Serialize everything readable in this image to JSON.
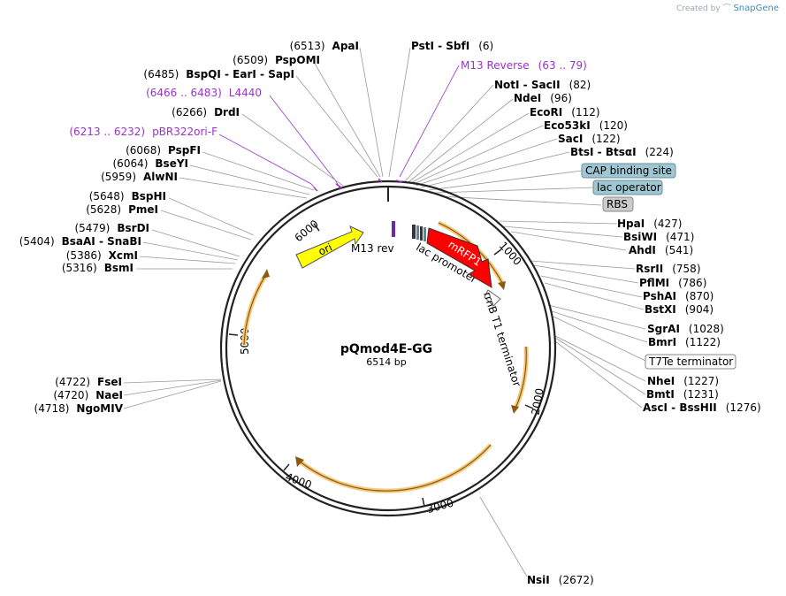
{
  "credit": {
    "prefix": "Created by",
    "brand": "SnapGene"
  },
  "plasmid": {
    "name": "pQmod4E-GG",
    "length": "6514 bp"
  },
  "ticks": [
    "1000",
    "2000",
    "3000",
    "4000",
    "5000",
    "6000"
  ],
  "features": {
    "ori": "ori",
    "m13rev": "M13 rev",
    "mrfp1": "mRFP1",
    "lac_promoter": "lac promoter",
    "rrnb": "rrnB T1 terminator"
  },
  "left_sites": [
    {
      "pos": "(6513)",
      "name": "ApaI"
    },
    {
      "pos": "(6509)",
      "name": "PspOMI"
    },
    {
      "pos": "(6485)",
      "name": "BspQI  - EarI  - SapI"
    },
    {
      "pos": "(6466 .. 6483)",
      "name": "L4440"
    },
    {
      "pos": "(6266)",
      "name": "DrdI"
    },
    {
      "pos": "(6213 .. 6232)",
      "name": "pBR322ori-F"
    },
    {
      "pos": "(6068)",
      "name": "PspFI"
    },
    {
      "pos": "(6064)",
      "name": "BseYI"
    },
    {
      "pos": "(5959)",
      "name": "AlwNI"
    },
    {
      "pos": "(5648)",
      "name": "BspHI"
    },
    {
      "pos": "(5628)",
      "name": "PmeI"
    },
    {
      "pos": "(5479)",
      "name": "BsrDI"
    },
    {
      "pos": "(5404)",
      "name": "BsaAI  - SnaBI"
    },
    {
      "pos": "(5386)",
      "name": "XcmI"
    },
    {
      "pos": "(5316)",
      "name": "BsmI"
    },
    {
      "pos": "(4722)",
      "name": "FseI"
    },
    {
      "pos": "(4720)",
      "name": "NaeI"
    },
    {
      "pos": "(4718)",
      "name": "NgoMIV"
    }
  ],
  "right_sites": [
    {
      "name": "PstI  - SbfI",
      "pos": "(6)"
    },
    {
      "name": "M13 Reverse",
      "pos": "(63 .. 79)"
    },
    {
      "name": "NotI  - SacII",
      "pos": "(82)"
    },
    {
      "name": "NdeI",
      "pos": "(96)"
    },
    {
      "name": "EcoRI",
      "pos": "(112)"
    },
    {
      "name": "Eco53kI",
      "pos": "(120)"
    },
    {
      "name": "SacI",
      "pos": "(122)"
    },
    {
      "name": "BtsI  - BtsαI",
      "pos": "(224)"
    },
    {
      "name": "HpaI",
      "pos": "(427)"
    },
    {
      "name": "BsiWI",
      "pos": "(471)"
    },
    {
      "name": "AhdI",
      "pos": "(541)"
    },
    {
      "name": "RsrII",
      "pos": "(758)"
    },
    {
      "name": "PflMI",
      "pos": "(786)"
    },
    {
      "name": "PshAI",
      "pos": "(870)"
    },
    {
      "name": "BstXI",
      "pos": "(904)"
    },
    {
      "name": "SgrAI",
      "pos": "(1028)"
    },
    {
      "name": "BmrI",
      "pos": "(1122)"
    },
    {
      "name": "NheI",
      "pos": "(1227)"
    },
    {
      "name": "BmtI",
      "pos": "(1231)"
    },
    {
      "name": "AscI  - BssHII",
      "pos": "(1276)"
    },
    {
      "name": "NsiI",
      "pos": "(2672)"
    }
  ],
  "boxes": {
    "cap": "CAP binding site",
    "lac_op": "lac operator",
    "rbs": "RBS",
    "t7te": "T7Te terminator"
  },
  "colors": {
    "ori": "#ffff00",
    "mrfp1": "#ff0000",
    "orf": "#f5c97a",
    "box_blue": "#9fc6d3",
    "box_gray": "#cccccc",
    "primer": "#9933cc"
  }
}
